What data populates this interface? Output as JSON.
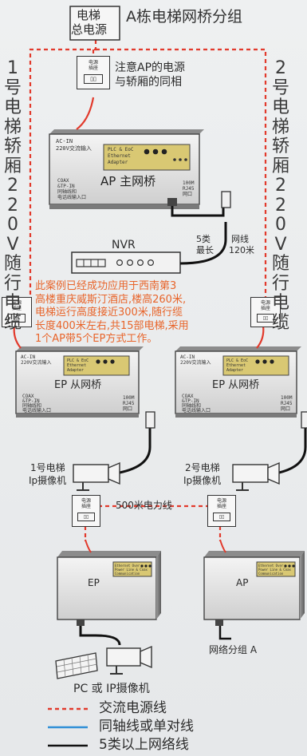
{
  "title": {
    "main_power": [
      "电梯",
      "总电源"
    ],
    "group_title": "A栋电梯网桥分组"
  },
  "car1_cable": "1号电梯轿厢220V随行电缆",
  "car2_cable": "2号电梯轿厢220V随行电缆",
  "socket_label": [
    "电源",
    "插座"
  ],
  "note_power": [
    "注意AP的电源",
    "与轿厢的同相"
  ],
  "ap_master": {
    "name": "AP 主网桥",
    "ac_in": "AC-IN",
    "ac_desc": "220V交流输入",
    "panel": [
      "PLC & EoC",
      "Ethernet",
      "Adapter"
    ],
    "coax": [
      "COAX",
      "&TP-IN",
      "同轴线和",
      "电话线输入口"
    ],
    "rj45": [
      "100M",
      "RJ45",
      "网口"
    ]
  },
  "cable_spec": [
    "5类",
    "最长"
  ],
  "cable_len": [
    "网线",
    "120米"
  ],
  "nvr": "NVR",
  "case_note": [
    "此案例已经成功应用于西南第3",
    "高楼重庆威斯汀酒店,楼高260米,",
    "电梯运行高度接近300米,随行缆",
    "长度400米左右,共15部电梯,采用",
    "1个AP带5个EP方式工作。"
  ],
  "ep_slave": {
    "name": "EP 从网桥",
    "ac_in": "AC-IN",
    "ac_desc": "220V交流输入",
    "panel": [
      "PLC & EoC",
      "Ethernet",
      "Adapter"
    ],
    "coax": [
      "COAX",
      "&TP-IN",
      "同轴线和",
      "电话线输入口"
    ],
    "rj45": [
      "100M",
      "RJ45",
      "网口"
    ]
  },
  "cam1": [
    "1号电梯",
    "Ip摄像机"
  ],
  "cam2": [
    "2号电梯",
    "Ip摄像机"
  ],
  "power_line": "500米电力线",
  "ep_box": {
    "label": "EP",
    "panel": [
      "Ethernet Over",
      "Power Line & Coax",
      "Communication"
    ]
  },
  "ap_box": {
    "label": "AP",
    "panel": [
      "Ethernet Over",
      "Power Line & Coax",
      "Communication"
    ]
  },
  "group_a": "网络分组 A",
  "pc_cam": "PC 或 IP摄像机",
  "legend": [
    {
      "label": "交流电源线",
      "color": "#e23a2c",
      "style": "dashed"
    },
    {
      "label": "同轴线或单对线",
      "color": "#2f8fd6",
      "style": "solid"
    },
    {
      "label": "5类以上网络线",
      "color": "#111111",
      "style": "solid"
    }
  ],
  "colors": {
    "power": "#e23a2c",
    "accent_text": "#e8642a",
    "panel": "#d9c873"
  }
}
